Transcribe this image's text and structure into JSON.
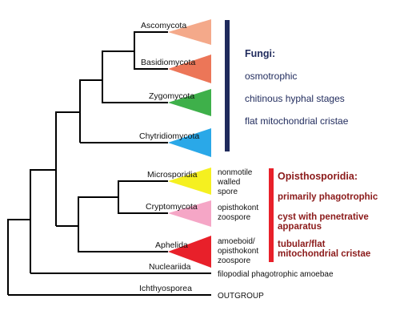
{
  "taxa": [
    {
      "id": "ascomycota",
      "label": "Ascomycota",
      "color": "#f4a98a"
    },
    {
      "id": "basidiomycota",
      "label": "Basidiomycota",
      "color": "#ec7658"
    },
    {
      "id": "zygomycota",
      "label": "Zygomycota",
      "color": "#3eb04a"
    },
    {
      "id": "chytridiomycota",
      "label": "Chytridiomycota",
      "color": "#2aa8e8"
    },
    {
      "id": "microsporidia",
      "label": "Microsporidia",
      "color": "#f5f020"
    },
    {
      "id": "cryptomycota",
      "label": "Cryptomycota",
      "color": "#f5a6c6"
    },
    {
      "id": "aphelida",
      "label": "Aphelida",
      "color": "#e8202a"
    },
    {
      "id": "nucleariida",
      "label": "Nucleariida"
    },
    {
      "id": "ichthyosporea",
      "label": "Ichthyosporea"
    }
  ],
  "annotations": {
    "microsporidia": [
      "nonmotile",
      "walled",
      "spore"
    ],
    "cryptomycota": [
      "opisthokont",
      "zoospore"
    ],
    "aphelida": [
      "amoeboid/",
      "opisthokont",
      "zoospore"
    ],
    "nucleariida": "filopodial phagotrophic amoebae",
    "ichthyosporea": "OUTGROUP"
  },
  "fungi_group": {
    "color": "#1f2a5c",
    "title": "Fungi:",
    "traits": [
      "osmotrophic",
      "chitinous hyphal stages",
      "flat mitochondrial cristae"
    ]
  },
  "opisthosporidia_group": {
    "color": "#e8202a",
    "text_color": "#8b1a1a",
    "title": "Opisthosporidia:",
    "traits": [
      "primarily phagotrophic",
      "cyst with penetrative",
      "apparatus",
      "tubular/flat",
      "mitochondrial cristae"
    ]
  }
}
